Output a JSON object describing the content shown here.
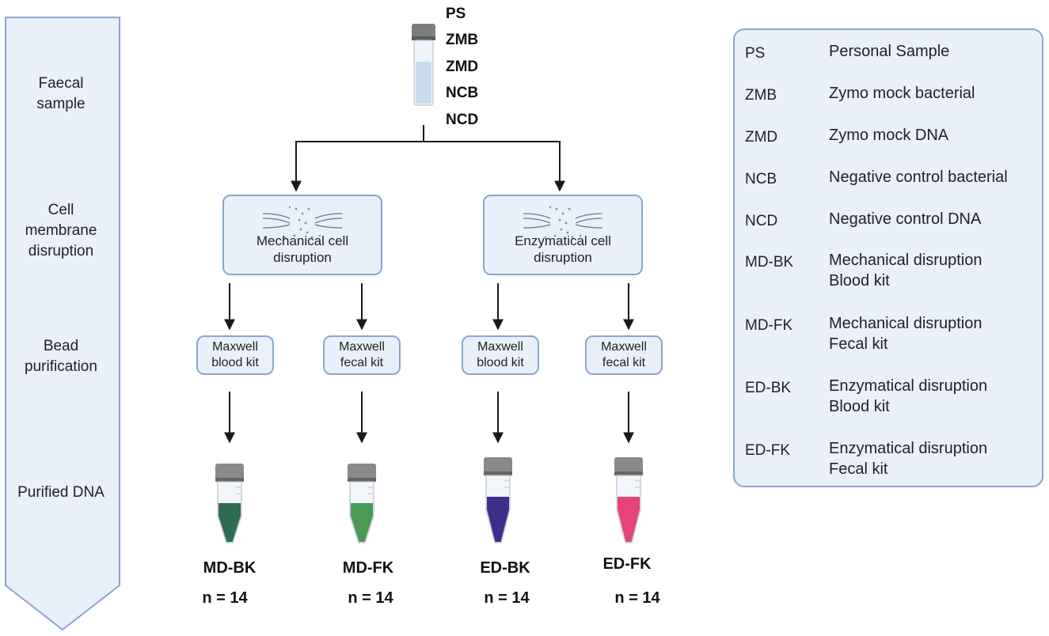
{
  "stages": [
    {
      "lines": [
        "Faecal",
        "sample"
      ]
    },
    {
      "lines": [
        "Cell",
        "membrane",
        "disruption"
      ]
    },
    {
      "lines": [
        "Bead",
        "purification"
      ]
    },
    {
      "lines": [
        "Purified DNA"
      ]
    }
  ],
  "sample_codes": [
    "PS",
    "ZMB",
    "ZMD",
    "NCB",
    "NCD"
  ],
  "disruption": [
    {
      "lines": [
        "Mechanical cell",
        "disruption"
      ]
    },
    {
      "lines": [
        "Enzymatical cell",
        "disruption"
      ]
    }
  ],
  "kits": [
    {
      "lines": [
        "Maxwell",
        "blood kit"
      ]
    },
    {
      "lines": [
        "Maxwell",
        "fecal kit"
      ]
    },
    {
      "lines": [
        "Maxwell",
        "blood kit"
      ]
    },
    {
      "lines": [
        "Maxwell",
        "fecal kit"
      ]
    }
  ],
  "outputs": [
    {
      "label": "MD-BK",
      "n": "n = 14",
      "color": "#2e6b50"
    },
    {
      "label": "MD-FK",
      "n": "n = 14",
      "color": "#4a9a55"
    },
    {
      "label": "ED-BK",
      "n": "n = 14",
      "color": "#3d2e8c"
    },
    {
      "label": "ED-FK",
      "n": "n = 14",
      "color": "#e3457a"
    }
  ],
  "legend": [
    {
      "abbr": "PS",
      "desc": [
        "Personal Sample"
      ]
    },
    {
      "abbr": "ZMB",
      "desc": [
        "Zymo mock bacterial"
      ]
    },
    {
      "abbr": "ZMD",
      "desc": [
        "Zymo mock DNA"
      ]
    },
    {
      "abbr": "NCB",
      "desc": [
        "Negative control bacterial"
      ]
    },
    {
      "abbr": "NCD",
      "desc": [
        "Negative control DNA"
      ]
    },
    {
      "abbr": "MD-BK",
      "desc": [
        "Mechanical disruption",
        "Blood kit"
      ]
    },
    {
      "abbr": "MD-FK",
      "desc": [
        "Mechanical disruption",
        "Fecal kit"
      ]
    },
    {
      "abbr": "ED-BK",
      "desc": [
        "Enzymatical disruption",
        "Blood kit"
      ]
    },
    {
      "abbr": "ED-FK",
      "desc": [
        "Enzymatical disruption",
        "Fecal kit"
      ]
    }
  ],
  "colors": {
    "box_fill": "#e9f0f9",
    "box_border": "#8aa5d0",
    "arrow": "#1a1a1a",
    "sample_liquid": "#c9dcee"
  },
  "icons": {
    "sample_tube": "sample-tube-icon",
    "membrane": "membrane-disruption-icon",
    "dna_tube": "dna-tube-icon"
  }
}
